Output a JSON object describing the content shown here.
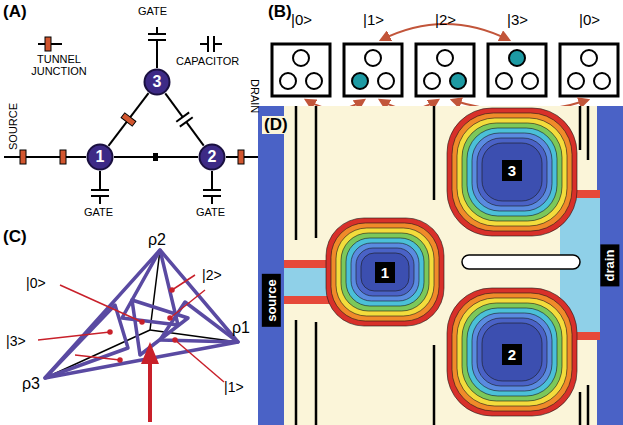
{
  "diagram": {
    "nodes": [
      {
        "text": [
          "1"
        ]
      },
      {
        "text": [
          "2"
        ]
      },
      {
        "text": [
          "3"
        ]
      },
      {
        "text": [
          "source"
        ]
      },
      {
        "text": [
          "drain"
        ]
      },
      {
        "text": [
          "1"
        ]
      },
      {
        "text": [
          "3"
        ]
      },
      {
        "text": [
          "2"
        ]
      }
    ],
    "edges": [
      {
        "from": 0,
        "to": 1,
        "arrow": "none"
      },
      {
        "from": 0,
        "to": 2,
        "arrow": "none"
      },
      {
        "from": 2,
        "to": 1,
        "arrow": "none"
      }
    ],
    "labels": [
      "(A)",
      "GATE",
      "TUNNEL JUNCTION",
      "CAPACITOR",
      "SOURCE",
      "DRAIN",
      "GATE",
      "GATE",
      "(B)",
      "|0>",
      "|1>",
      "|2>",
      "|3>",
      "|0>",
      "(C)",
      "ρ2",
      "ρ1",
      "ρ3",
      "|0>",
      "|2>",
      "|3>",
      "|1>",
      "(D)"
    ]
  }
}
